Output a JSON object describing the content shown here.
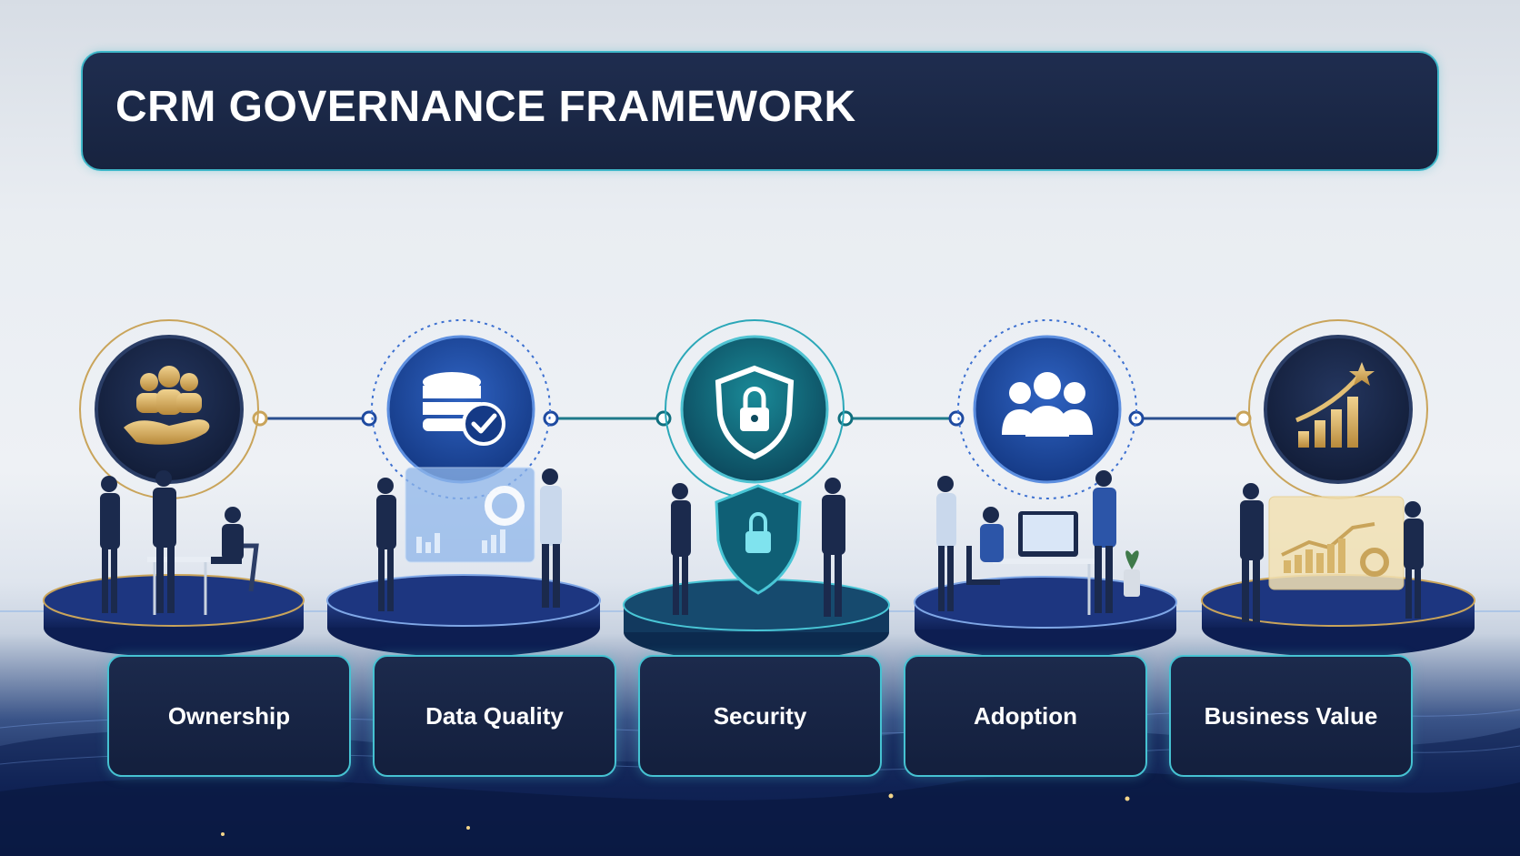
{
  "title": "CRM GOVERNANCE FRAMEWORK",
  "pillars": [
    {
      "label": "Ownership",
      "icon": "people-in-hand-icon",
      "theme": "gold"
    },
    {
      "label": "Data Quality",
      "icon": "database-check-icon",
      "theme": "blue"
    },
    {
      "label": "Security",
      "icon": "shield-lock-icon",
      "theme": "teal"
    },
    {
      "label": "Adoption",
      "icon": "user-group-icon",
      "theme": "blue"
    },
    {
      "label": "Business Value",
      "icon": "growth-chart-icon",
      "theme": "gold"
    }
  ],
  "colors": {
    "navy": "#17233f",
    "accent_cyan": "#46c2d2",
    "gold": "#c9a45a",
    "royal_blue": "#1e4aa0",
    "teal": "#0f6f7e"
  }
}
